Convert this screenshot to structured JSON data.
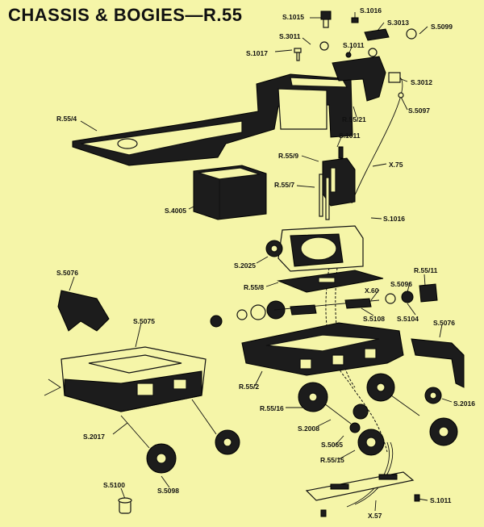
{
  "title": "CHASSIS & BOGIES—R.55",
  "labels": {
    "s1015": "S.1015",
    "s1016a": "S.1016",
    "s3011": "S.3011",
    "s3013": "S.3013",
    "s5099": "S.5099",
    "s1011a": "S.1011",
    "s1017": "S.1017",
    "s3012": "S.3012",
    "s5097": "S.5097",
    "r55_21": "R.55/21",
    "r55_4": "R.55/4",
    "s1011b": "S.1011",
    "r55_9": "R.55/9",
    "x75": "X.75",
    "r55_7": "R.55/7",
    "s4005": "S.4005",
    "s1016b": "S.1016",
    "s2025": "S.2025",
    "s5076a": "S.5076",
    "r55_11": "R.55/11",
    "r55_8": "R.55/8",
    "x60": "X.60",
    "s5096": "S.5096",
    "s5108": "S.5108",
    "s5104": "S.5104",
    "s5075": "S.5075",
    "s5076b": "S.5076",
    "r55_2": "R.55/2",
    "s2016": "S.2016",
    "r55_16": "R.55/16",
    "s2008": "S.2008",
    "s5065": "S.5065",
    "r55_15": "R.55/15",
    "s2017": "S.2017",
    "s5098": "S.5098",
    "s5100": "S.5100",
    "s1011c": "S.1011",
    "x57": "X.57"
  }
}
